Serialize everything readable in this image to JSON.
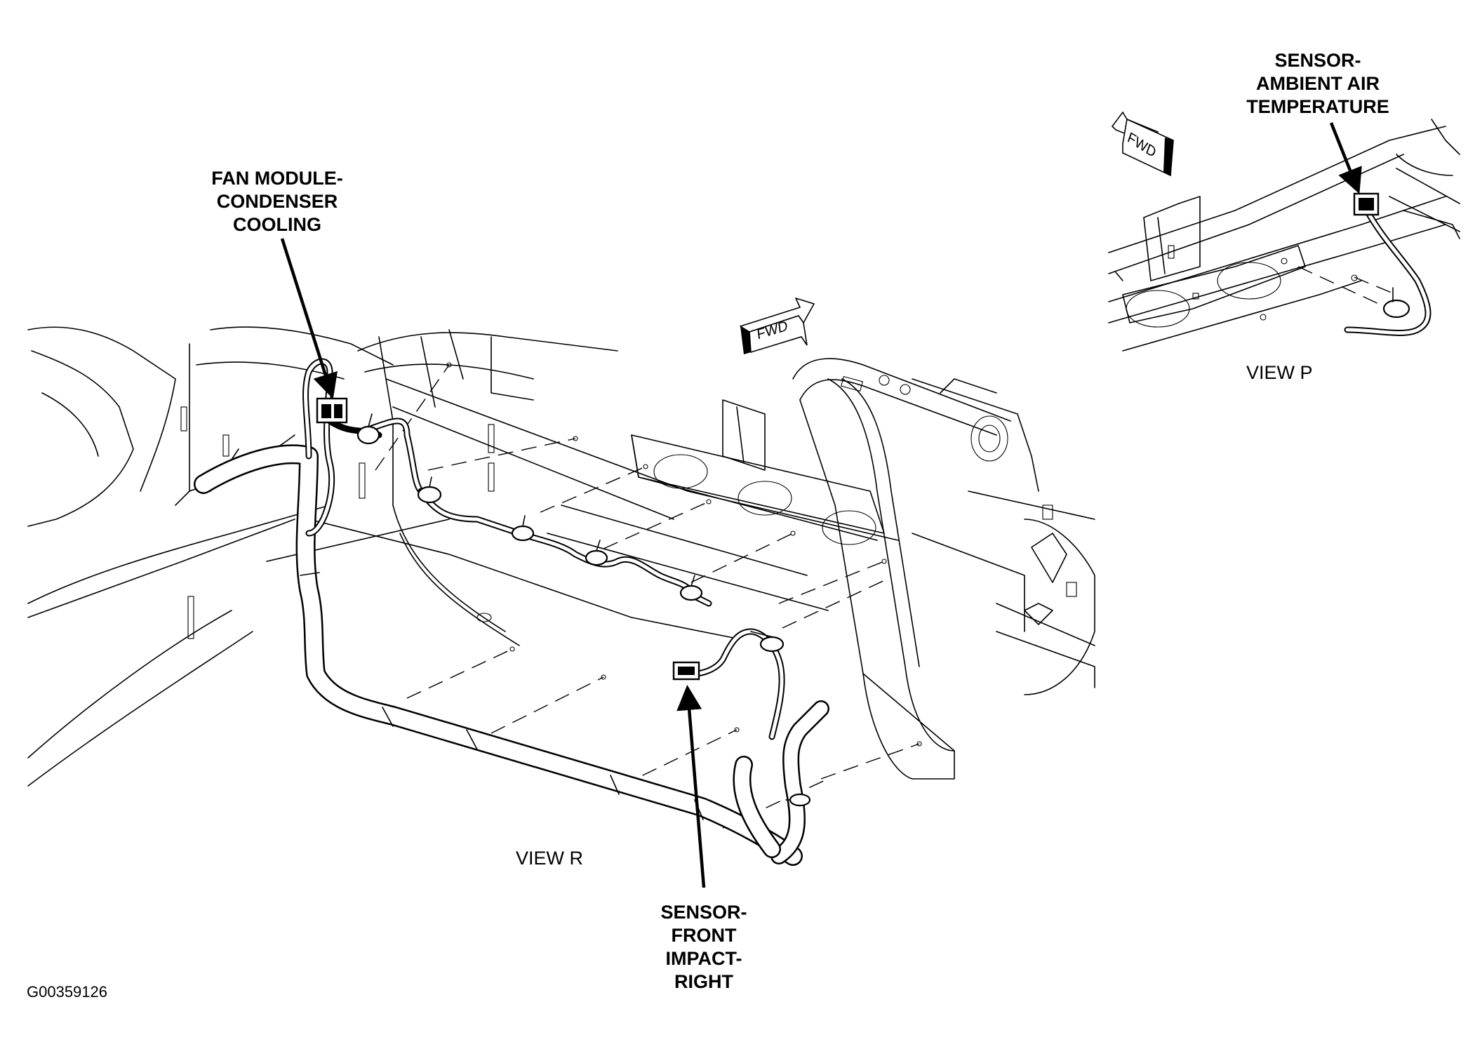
{
  "callouts": {
    "fan_module": [
      "FAN MODULE-",
      "CONDENSER",
      "COOLING"
    ],
    "ambient_sensor": [
      "SENSOR-",
      "AMBIENT AIR",
      "TEMPERATURE"
    ],
    "impact_sensor": [
      "SENSOR-",
      "FRONT",
      "IMPACT-",
      "RIGHT"
    ]
  },
  "views": {
    "main": "VIEW R",
    "inset": "VIEW P"
  },
  "direction_markers": {
    "main": "FWD",
    "inset": "FWD"
  },
  "figure_id": "G00359126"
}
